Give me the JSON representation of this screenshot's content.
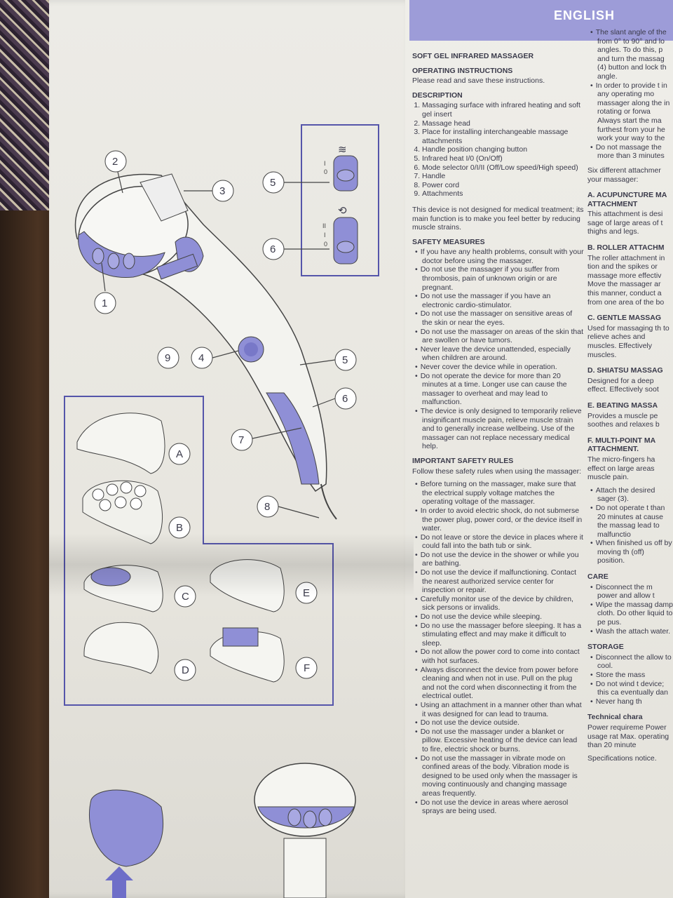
{
  "header": {
    "language": "ENGLISH"
  },
  "left": {
    "callouts": [
      "1",
      "2",
      "3",
      "4",
      "5",
      "6",
      "7",
      "8",
      "9",
      "5",
      "6"
    ],
    "attachments": [
      "A",
      "B",
      "C",
      "D",
      "E",
      "F"
    ],
    "switch_labels": {
      "heat": [
        "I",
        "0"
      ],
      "speed": [
        "II",
        "I",
        "0"
      ]
    }
  },
  "main": {
    "title": "SOFT GEL INFRARED MASSAGER",
    "operating_heading": "OPERATING INSTRUCTIONS",
    "operating_text": "Please read and save these instructions.",
    "description_heading": "DESCRIPTION",
    "description_items": [
      "Massaging surface with infrared heating and soft gel insert",
      "Massage head",
      "Place for installing interchangeable massage attachments",
      "Handle position changing button",
      "Infrared heat I/0 (On/Off)",
      "Mode selector 0/I/II (Off/Low speed/High speed)",
      "Handle",
      "Power cord",
      "Attachments"
    ],
    "medical_note": "This device is not designed for medical treatment; its main function is to make you feel better by reducing muscle strains.",
    "safety_heading": "SAFETY MEASURES",
    "safety_items": [
      "If you have any health problems, consult with your doctor before using the massager.",
      "Do not use the massager if you suffer from thrombosis, pain of unknown origin or are pregnant.",
      "Do not use the massager if you have an electronic cardio-stimulator.",
      "Do not use the massager on sensitive areas of the skin or near the eyes.",
      "Do not use the massager on areas of the skin that are swollen or have tumors.",
      "Never leave the device unattended, especially when children are around.",
      "Never cover the device while in operation.",
      "Do not operate the device for more than 20 minutes at a time. Longer use can cause the massager to overheat and may lead to malfunction.",
      "The device is only designed to temporarily relieve insignificant muscle pain, relieve muscle strain and to generally increase wellbeing. Use of the massager can not replace necessary medical help."
    ],
    "rules_heading": "IMPORTANT SAFETY RULES",
    "rules_intro": "Follow these safety rules when using the massager:",
    "rules_items": [
      "Before turning on the massager, make sure that the electrical supply voltage matches the operating voltage of the massager.",
      "In order to avoid electric shock, do not submerse the power plug, power cord, or the device itself in water.",
      "Do not leave or store the device in places where it could fall into the bath tub or sink.",
      "Do not use the device in the shower or while you are bathing.",
      "Do not use the device if malfunctioning. Contact the nearest authorized service center for inspection or repair.",
      "Carefully monitor use of the device by children, sick persons or invalids.",
      "Do not use the device while sleeping.",
      "Do no use the massager before sleeping. It has a stimulating effect and may make it difficult to sleep.",
      "Do not allow the power cord to come into contact with hot surfaces.",
      "Always disconnect the device from power before cleaning and when not in use. Pull on the plug and not the cord when disconnecting it from the electrical outlet.",
      "Using an attachment in a manner other than what it was designed for can lead to trauma.",
      "Do not use the device outside.",
      "Do not use the massager under a blanket or pillow. Excessive heating of the device can lead to fire, electric shock or burns.",
      "Do not use the massager in vibrate mode on confined areas of the body. Vibration mode is designed to be used only when the massager is moving continuously and changing massage areas frequently.",
      "Do not use the device in areas where aerosol sprays are being used."
    ]
  },
  "side": {
    "top_items": [
      "The slant angle of the from 0° to 90° and lo angles. To do this, p and turn the massag (4) button and lock th angle.",
      "In order to provide t in any operating mo massager along the in rotating or forwa Always start the ma furthest from your he work your way to the",
      "Do not massage the more than 3 minutes"
    ],
    "six_text": "Six different attachmer your massager:",
    "a_heading": "A. ACUPUNCTURE MA ATTACHMENT",
    "a_text": "This attachment is desi sage of large areas of t thighs and legs.",
    "b_heading": "B. ROLLER ATTACHM",
    "b_text": "The roller attachment in tion and the spikes or massage more effectiv Move the massager ar this manner, conduct a from one area of the bo",
    "c_heading": "C. GENTLE MASSAG",
    "c_text": "Used for massaging th to relieve aches and muscles. Effectively muscles.",
    "d_heading": "D. SHIATSU MASSAG",
    "d_text": "Designed for a deep effect. Effectively soot",
    "e_heading": "E. BEATING MASSA",
    "e_text": "Provides a muscle pe soothes and relaxes b",
    "f_heading": "F. MULTI-POINT MA ATTACHMENT.",
    "f_text": "The micro-fingers ha effect on large areas muscle pain.",
    "f_items": [
      "Attach the desired sager (3).",
      "Do not operate t than 20 minutes at cause the massag lead to malfunctio",
      "When finished us off by moving th (off) position."
    ],
    "care_heading": "CARE",
    "care_items": [
      "Disconnect the m power and allow t",
      "Wipe the massag damp cloth. Do other liquid to pe pus.",
      "Wash the attach water."
    ],
    "storage_heading": "STORAGE",
    "storage_items": [
      "Disconnect the allow to cool.",
      "Store the mass",
      "Do not wind t device; this ca eventually dan",
      "Never hang th"
    ],
    "tech_heading": "Technical chara",
    "tech_text": "Power requireme Power usage rat Max. operating than 20 minute",
    "spec_text": "Specifications notice."
  },
  "colors": {
    "accent": "#8f8fd6",
    "ink": "#3a3a4a",
    "paper": "#ecebe6",
    "header": "#9d9cd8"
  }
}
